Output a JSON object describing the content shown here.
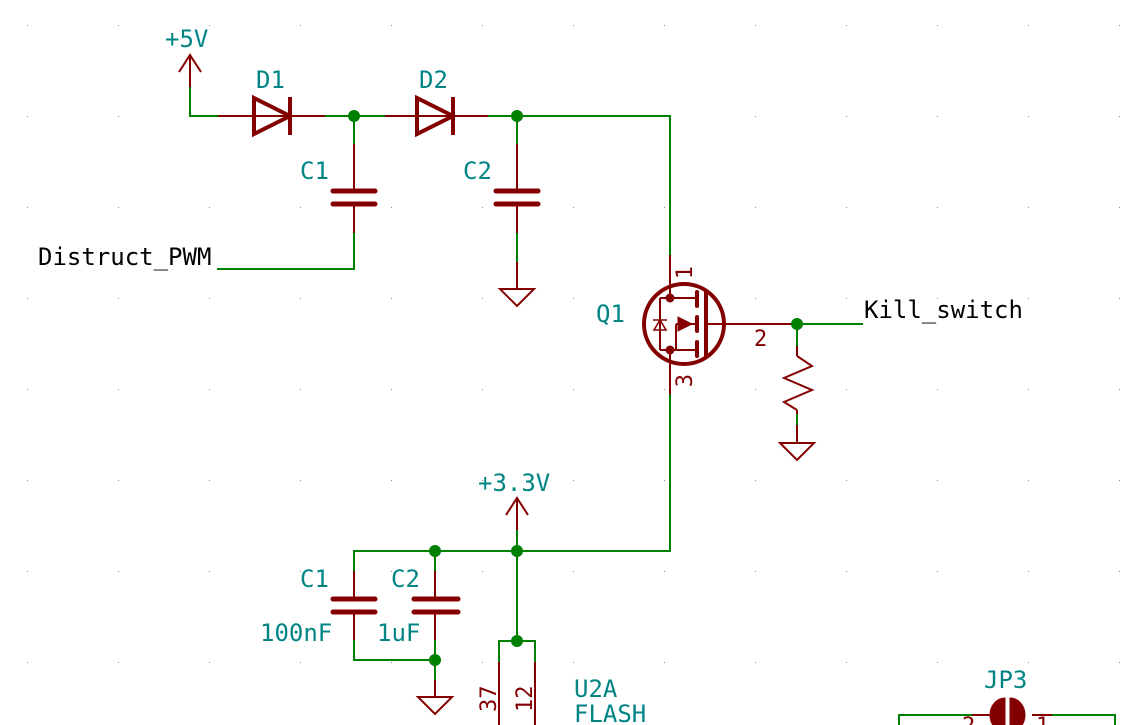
{
  "app": "KiCad Eeschema",
  "view": "schematic-sheet",
  "colors": {
    "wire": "#008000",
    "symbol": "#840000",
    "reference": "#008484",
    "net_label": "#000000",
    "junction": "#008000",
    "background": "#ffffff"
  },
  "power": {
    "plus5v": "+5V",
    "plus3v3": "+3.3V"
  },
  "components": {
    "d1": {
      "ref": "D1",
      "type": "diode"
    },
    "d2": {
      "ref": "D2",
      "type": "diode"
    },
    "c1_top": {
      "ref": "C1",
      "type": "capacitor"
    },
    "c2_top": {
      "ref": "C2",
      "type": "capacitor"
    },
    "q1": {
      "ref": "Q1",
      "type": "mosfet",
      "pins": {
        "drain": "1",
        "gate": "2",
        "source": "3"
      }
    },
    "r_pulldown": {
      "ref": "",
      "type": "resistor"
    },
    "c1_bottom": {
      "ref": "C1",
      "value": "100nF",
      "type": "capacitor"
    },
    "c2_bottom": {
      "ref": "C2",
      "value": "1uF",
      "type": "capacitor"
    },
    "u2a": {
      "ref": "U2A",
      "value": "FLASH",
      "pins": [
        "37",
        "12"
      ]
    },
    "jp3": {
      "ref": "JP3",
      "type": "solder-jumper",
      "pins": [
        "2",
        "1"
      ]
    }
  },
  "net_labels": {
    "distruct_pwm": "Distruct_PWM",
    "kill_switch": "Kill_switch"
  }
}
